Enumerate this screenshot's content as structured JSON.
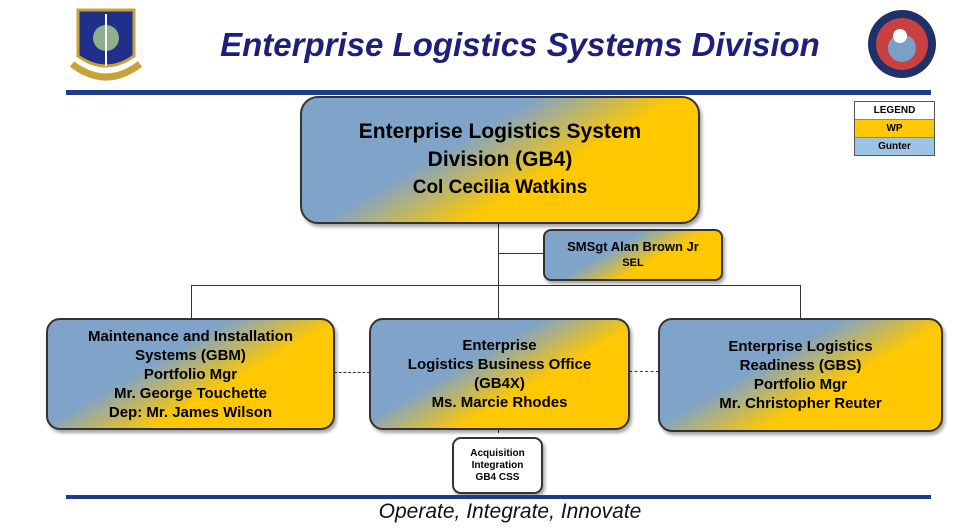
{
  "header": {
    "title": "Enterprise Logistics Systems Division",
    "left_logo": "AIR FORCE LCMC",
    "right_logo": "BES emblem"
  },
  "legend": {
    "title": "LEGEND",
    "items": [
      {
        "label": "WP",
        "color": "#ffc800"
      },
      {
        "label": "Gunter",
        "color": "#9dc3e6"
      }
    ]
  },
  "chart": {
    "top": [
      "Enterprise Logistics System",
      "Division (GB4)",
      "Col Cecilia Watkins"
    ],
    "sel": [
      "SMSgt Alan Brown Jr",
      "SEL"
    ],
    "left": [
      "Maintenance and Installation",
      "Systems (GBM)",
      "Portfolio Mgr",
      "Mr. George Touchette",
      "Dep: Mr. James Wilson"
    ],
    "middle": [
      "Enterprise",
      "Logistics Business Office",
      "(GB4X)",
      "Ms. Marcie Rhodes"
    ],
    "right": [
      "Enterprise Logistics",
      "Readiness (GBS)",
      "Portfolio Mgr",
      "Mr. Christopher Reuter"
    ],
    "sub": [
      "Acquisition",
      "Integration",
      "GB4 CSS"
    ]
  },
  "footer": {
    "motto": "Operate, Integrate, Innovate"
  }
}
